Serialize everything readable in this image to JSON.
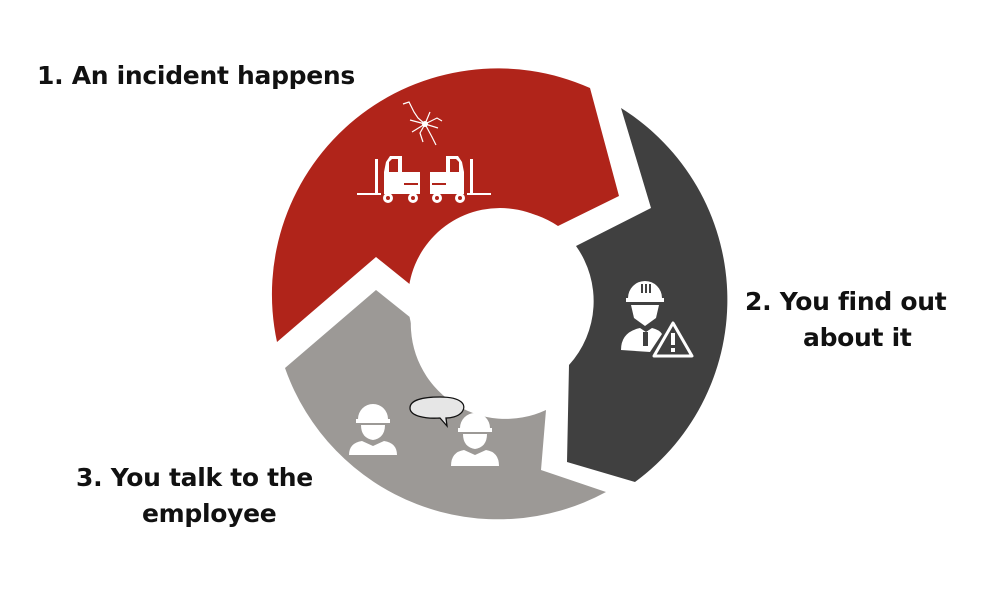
{
  "diagram": {
    "type": "cycle",
    "colors": {
      "step1": "#b0241a",
      "step2": "#404040",
      "step3": "#9c9996",
      "icon": "#ffffff",
      "speech_bubble": "#e6e6e6",
      "text": "#111111"
    },
    "steps": [
      {
        "number": "1.",
        "line1": "1. An incident happens",
        "line2": "",
        "icon": "forklift-collision-icon"
      },
      {
        "number": "2.",
        "line1": "2. You find out",
        "line2": "about it",
        "icon": "worker-warning-icon"
      },
      {
        "number": "3.",
        "line1": "3. You talk to the",
        "line2": "employee",
        "icon": "workers-conversation-icon"
      }
    ]
  }
}
